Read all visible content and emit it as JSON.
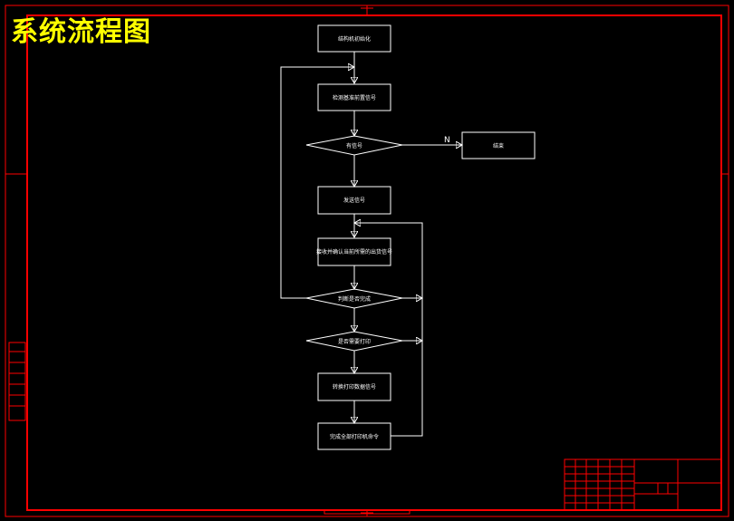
{
  "title": "系统流程图",
  "colors": {
    "background": "#000000",
    "frame": "#ff0000",
    "lines": "#ffffff",
    "title": "#ffff00"
  },
  "flow": {
    "init": "结构机初始化",
    "detect": "检测基准前置信号",
    "decision1": "有信号",
    "end": "结束",
    "edge_no": "N",
    "step3": "发送信号",
    "step4": "接收并确认当前所需的出货信号",
    "decision2": "判断是否完成",
    "decision3": "是否需要打印",
    "step5": "转换打印数据信号",
    "step6": "完成全部打印机命令"
  }
}
